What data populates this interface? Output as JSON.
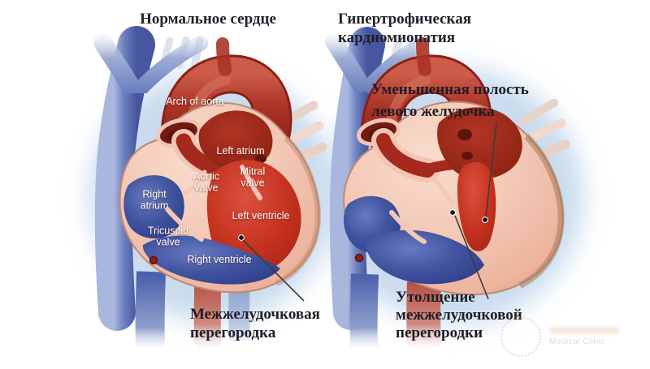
{
  "titles": {
    "normal": "Нормальное сердце",
    "hcm": "Гипертрофическая кардиомиопатия"
  },
  "normal_heart": {
    "labels": {
      "arch_of_aorta": "Arch of aorta",
      "left_atrium": "Left atrium",
      "aortic_valve": "Aortic valve",
      "mitral_valve": "Mitral valve",
      "right_atrium": "Right atrium",
      "tricuspid_valve": "Tricuspid valve",
      "left_ventricle": "Left ventricle",
      "right_ventricle": "Right ventricle"
    },
    "annotation_septum": "Межжелудочковая перегородка"
  },
  "hcm_heart": {
    "annotation_reduced_cavity": "Уменьшенная полость левого желудочка",
    "annotation_thickened_septum": "Утолщение межжелудочковой перегородки"
  },
  "watermark": {
    "text": "Medical Clinic"
  },
  "colors": {
    "artery_red": "#b23a2e",
    "vein_blue": "#4c5fa9",
    "myocardium_pink": "#f3c6b4",
    "oxygenated_chamber_red": "#c4301f",
    "deoxygenated_chamber_blue": "#3a4c9b",
    "label_text": "#ffffff",
    "annotation_text": "#1d1d27",
    "background": "#ffffff"
  }
}
